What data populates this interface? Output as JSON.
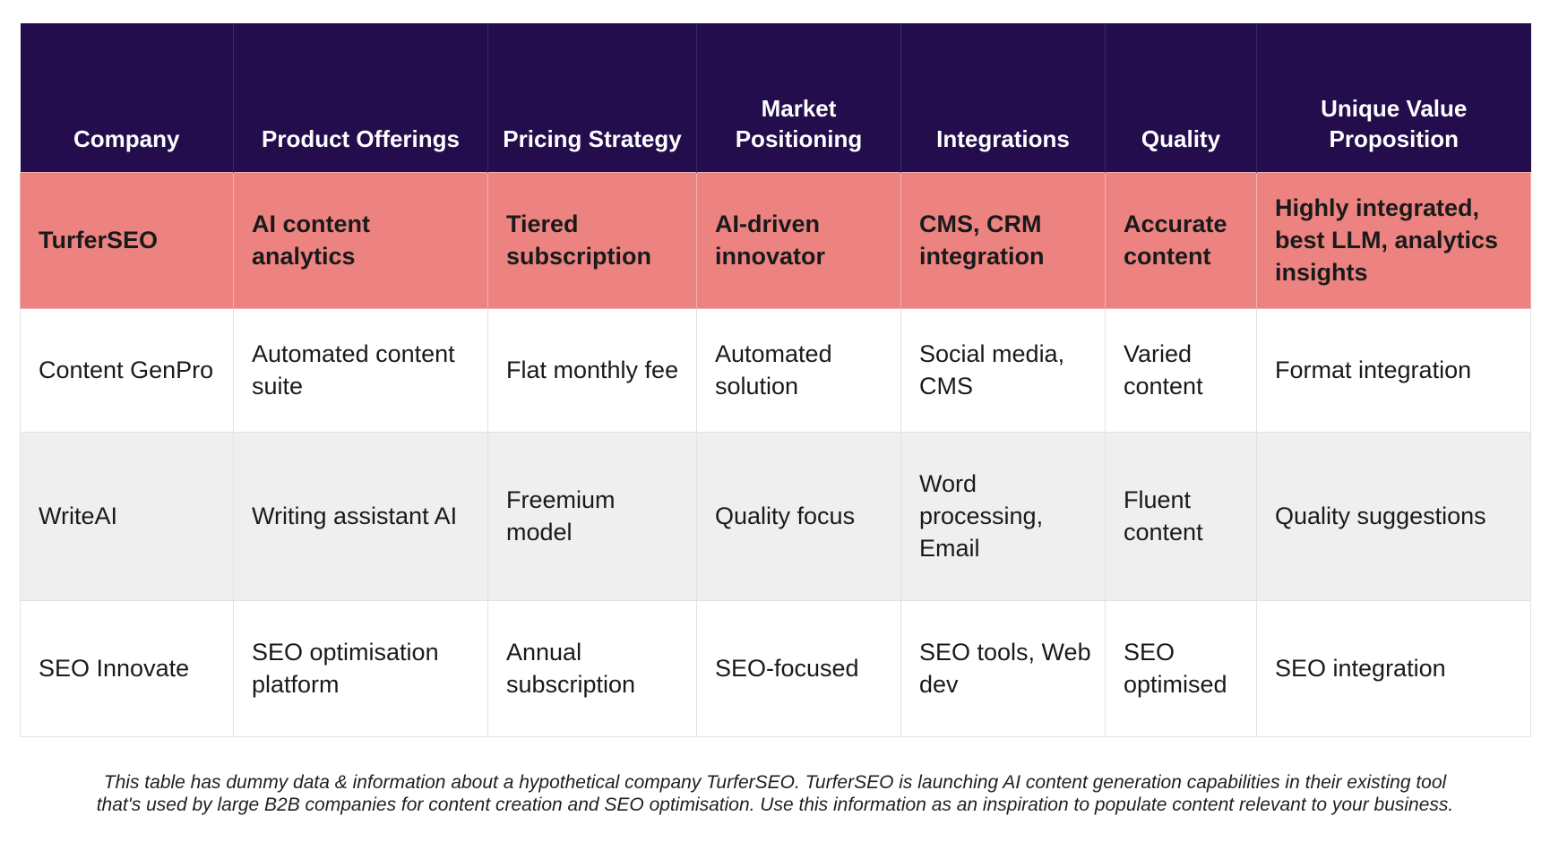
{
  "table": {
    "headers": [
      "Company",
      "Product Offerings",
      "Pricing Strategy",
      "Market Positioning",
      "Integrations",
      "Quality",
      "Unique Value Proposition"
    ],
    "rows": [
      [
        "TurferSEO",
        "AI content analytics",
        "Tiered subscription",
        "AI-driven innovator",
        "CMS, CRM integration",
        "Accurate content",
        "Highly integrated, best LLM, analytics insights"
      ],
      [
        "Content GenPro",
        "Automated content suite",
        "Flat monthly fee",
        "Automated solution",
        "Social media, CMS",
        "Varied content",
        "Format integration"
      ],
      [
        "WriteAI",
        "Writing assistant AI",
        "Freemium model",
        "Quality focus",
        "Word processing, Email",
        "Fluent content",
        "Quality suggestions"
      ],
      [
        "SEO Innovate",
        "SEO optimisation platform",
        "Annual subscription",
        "SEO-focused",
        "SEO tools, Web dev",
        "SEO optimised",
        "SEO integration"
      ]
    ]
  },
  "footnote": "This table has dummy data & information about a hypothetical company TurferSEO. TurferSEO is launching AI content generation capabilities in their existing tool that's used by large B2B companies for content creation and SEO optimisation. Use this information as an inspiration to populate content relevant to your business.",
  "colors": {
    "header_bg": "#230d4d",
    "highlight_row": "#ec8380",
    "alt_row": "#efefef"
  }
}
